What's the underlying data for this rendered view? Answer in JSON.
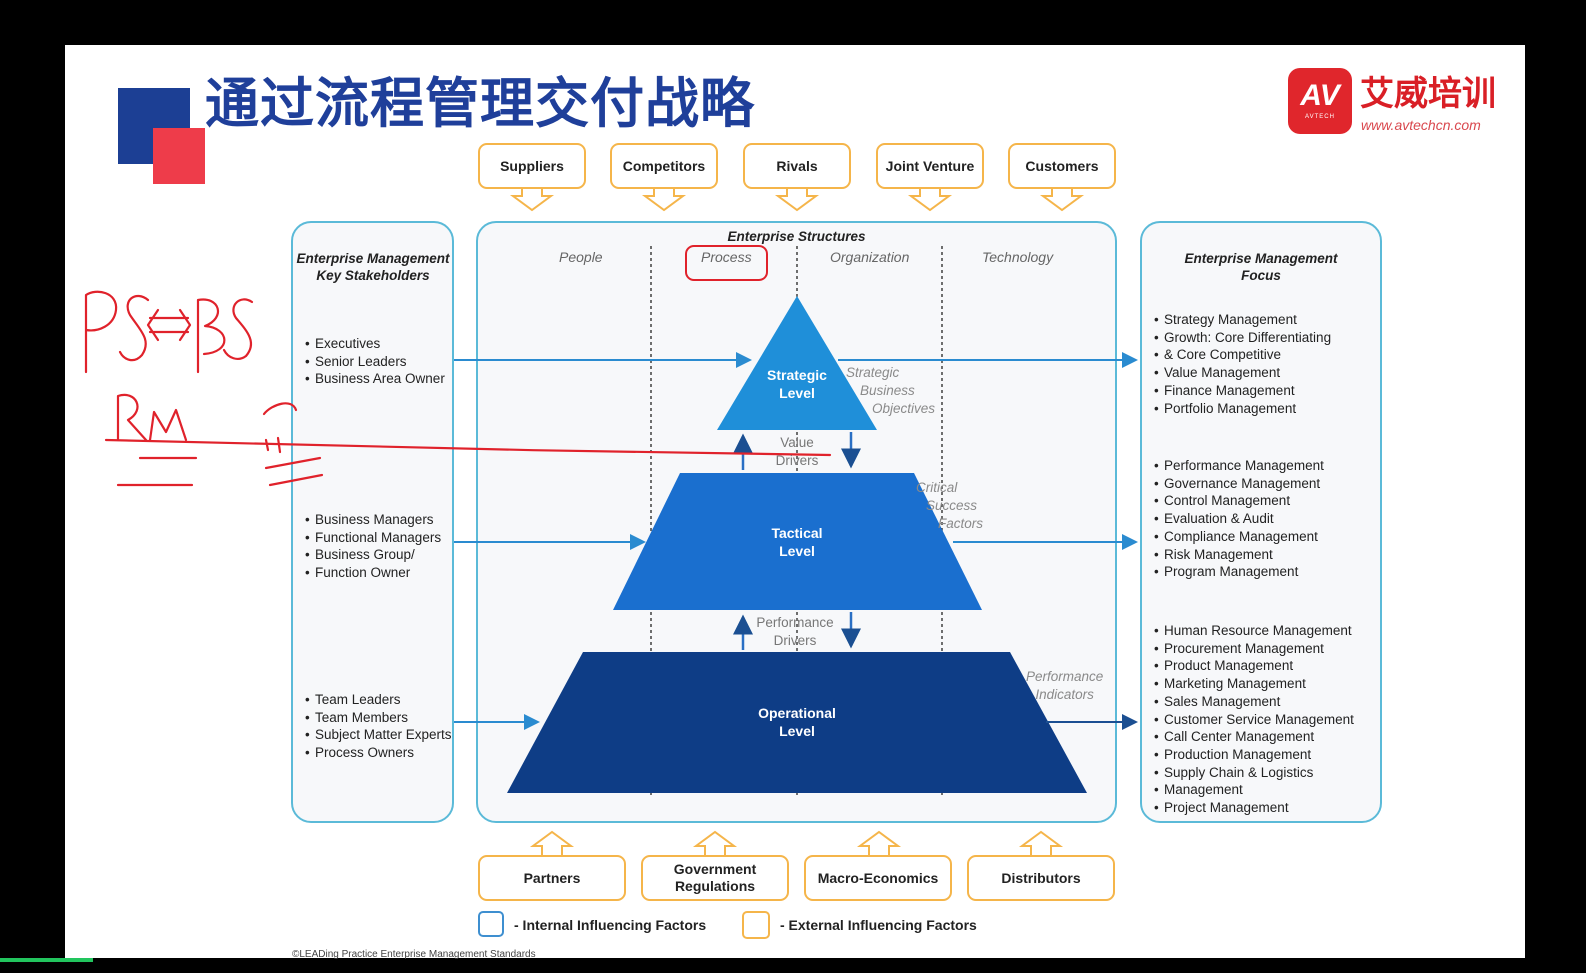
{
  "slide": {
    "title": "通过流程管理交付战略",
    "logo": {
      "mark": "AV",
      "mark_sub": "AVTECH",
      "name": "艾威培训",
      "url": "www.avtechcn.com"
    }
  },
  "top_factors": [
    "Suppliers",
    "Competitors",
    "Rivals",
    "Joint Venture",
    "Customers"
  ],
  "bottom_factors": [
    "Partners",
    "Government Regulations",
    "Macro-Economics",
    "Distributors"
  ],
  "left_panel": {
    "title_line1": "Enterprise Management",
    "title_line2": "Key Stakeholders",
    "groups": [
      [
        "Executives",
        "Senior Leaders",
        "Business Area Owner"
      ],
      [
        "Business Managers",
        "Functional Managers",
        "Business Group/",
        "Function Owner"
      ],
      [
        "Team Leaders",
        "Team Members",
        "Subject Matter Experts",
        "Process Owners"
      ]
    ]
  },
  "center_panel": {
    "title": "Enterprise Structures",
    "columns": [
      "People",
      "Process",
      "Organization",
      "Technology"
    ],
    "highlighted_column": "Process",
    "levels": [
      {
        "line1": "Strategic",
        "line2": "Level"
      },
      {
        "line1": "Tactical",
        "line2": "Level"
      },
      {
        "line1": "Operational",
        "line2": "Level"
      }
    ],
    "side_notes": {
      "strategic": [
        "Strategic",
        "Business",
        "Objectives"
      ],
      "tactical": [
        "Critical",
        "Success",
        "Factors"
      ],
      "operational": [
        "Performance",
        "Indicators"
      ]
    },
    "between_notes": {
      "value_drivers": [
        "Value",
        "Drivers"
      ],
      "performance_drivers": [
        "Performance",
        "Drivers"
      ]
    }
  },
  "right_panel": {
    "title_line1": "Enterprise Management",
    "title_line2": "Focus",
    "groups": [
      [
        "Strategy Management",
        "Growth: Core Differentiating",
        "& Core Competitive",
        "Value Management",
        "Finance Management",
        "Portfolio Management"
      ],
      [
        "Performance Management",
        "Governance Management",
        "Control Management",
        "Evaluation & Audit",
        "Compliance Management",
        "Risk Management",
        "Program Management"
      ],
      [
        "Human Resource Management",
        "Procurement Management",
        "Product Management",
        "Marketing Management",
        "Sales Management",
        "Customer Service Management",
        "Call Center Management",
        "Production Management",
        "Supply Chain & Logistics",
        "Management",
        "Project Management"
      ]
    ]
  },
  "legend": {
    "internal": "- Internal Influencing Factors",
    "external": "- External Influencing Factors"
  },
  "source": "©LEADing Practice Enterprise Management Standards",
  "colors": {
    "title_blue": "#1f3f9a",
    "accent_red": "#ee3c4a",
    "panel_border": "#5bbad8",
    "factor_border": "#f5b54a",
    "strategic": "#1f8fd9",
    "tactical": "#1a6fcf",
    "operational": "#0e3d86",
    "annotation_red": "#e0222b"
  }
}
